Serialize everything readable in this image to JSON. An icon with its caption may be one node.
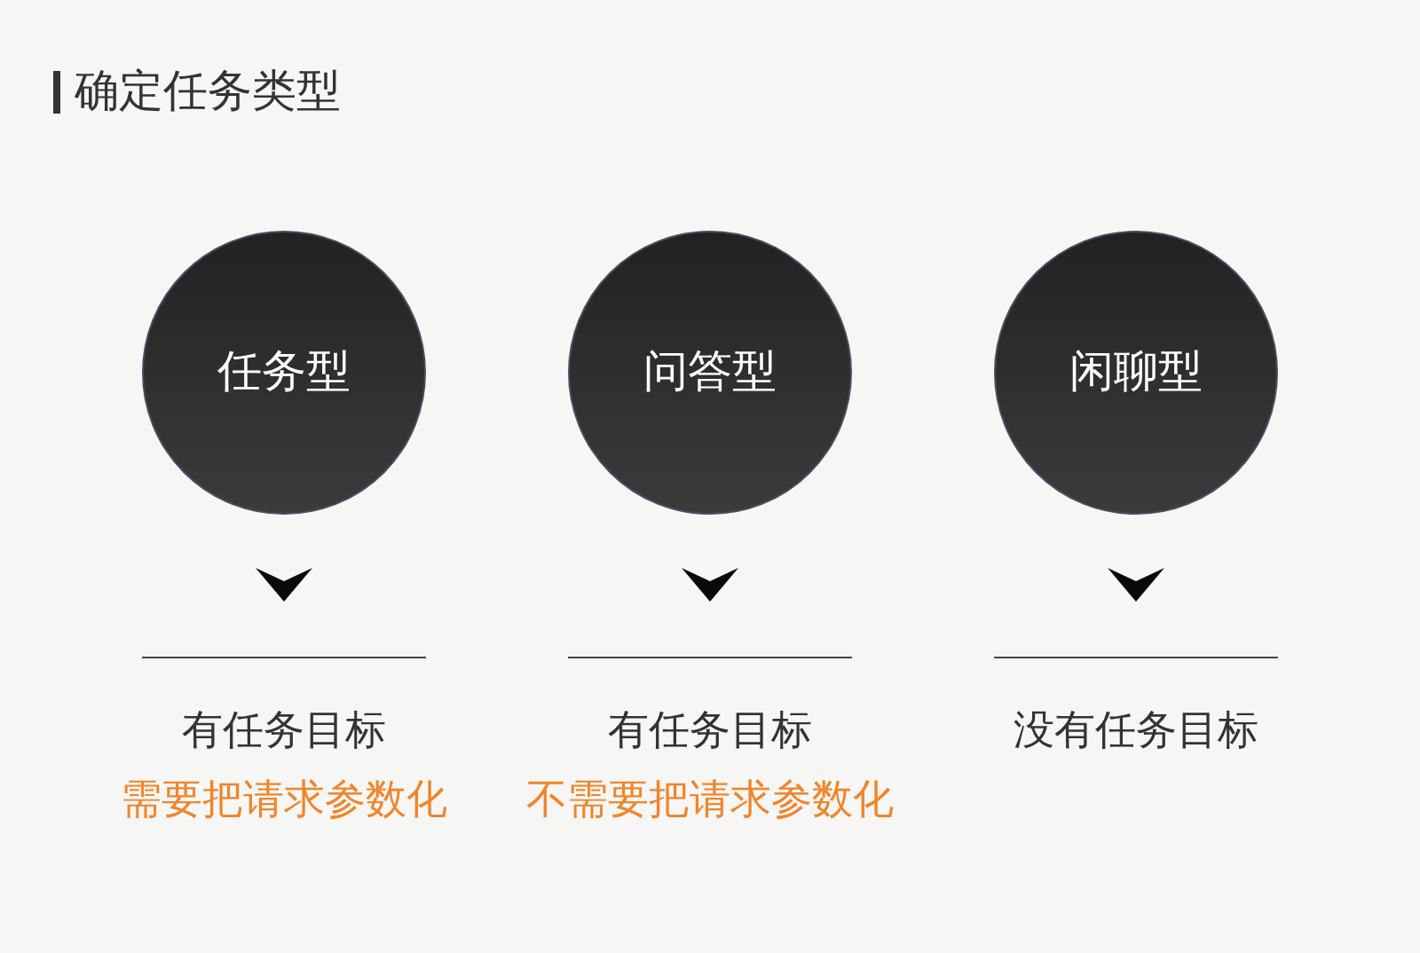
{
  "diagram": {
    "title": "确定任务类型",
    "nodes": [
      {
        "text": [
          "任务型"
        ]
      },
      {
        "text": [
          "问答型"
        ]
      },
      {
        "text": [
          "闲聊型"
        ]
      }
    ],
    "labels": [
      "有任务目标",
      "有任务目标",
      "没有任务目标",
      "需要把请求参数化",
      "不需要把请求参数化"
    ]
  }
}
